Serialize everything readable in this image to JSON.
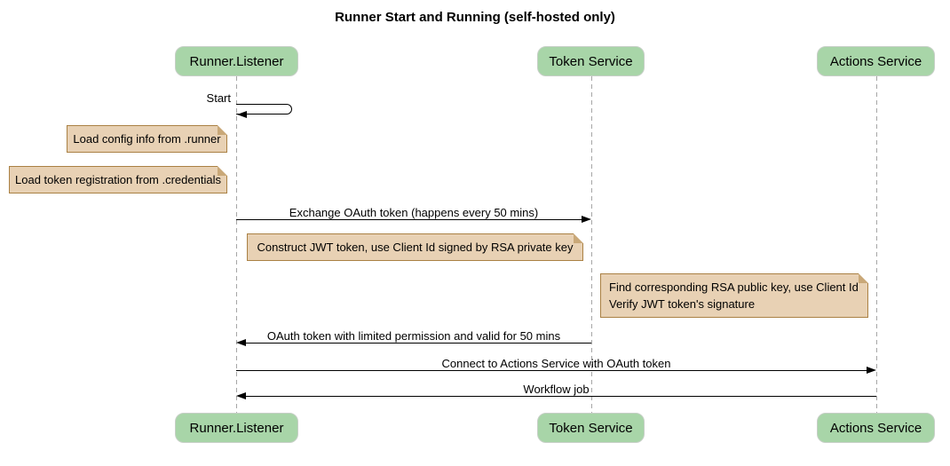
{
  "title": "Runner Start and Running (self-hosted only)",
  "participants": [
    {
      "name": "Runner.Listener"
    },
    {
      "name": "Token Service"
    },
    {
      "name": "Actions Service"
    }
  ],
  "self_message": {
    "label": "Start",
    "on": "Runner.Listener"
  },
  "notes": [
    {
      "text": "Load config info from .runner",
      "side": "left of Runner.Listener"
    },
    {
      "text": "Load token registration from .credentials",
      "side": "left of Runner.Listener"
    },
    {
      "text": "Construct JWT token, use Client Id signed by RSA private key",
      "side": "between Runner.Listener and Token Service"
    },
    {
      "line1": "Find corresponding RSA public key, use Client Id",
      "line2": "Verify JWT token's signature",
      "side": "left of Actions Service"
    }
  ],
  "messages": [
    {
      "label": "Exchange OAuth token (happens every 50 mins)",
      "from": "Runner.Listener",
      "to": "Token Service",
      "direction": "right"
    },
    {
      "label": "OAuth token with limited permission and valid for 50 mins",
      "from": "Token Service",
      "to": "Runner.Listener",
      "direction": "left"
    },
    {
      "label": "Connect to Actions Service with OAuth token",
      "from": "Runner.Listener",
      "to": "Actions Service",
      "direction": "right"
    },
    {
      "label": "Workflow job",
      "from": "Actions Service",
      "to": "Runner.Listener",
      "direction": "left"
    }
  ],
  "colors": {
    "participant_fill": "#a8d5a8",
    "participant_border": "#c6cfc6",
    "note_fill": "#e8d1b4",
    "note_border": "#aa8144",
    "note_fold": "#c9a878",
    "lifeline": "#a6a6a6",
    "arrow": "#000000",
    "background": "#ffffff"
  }
}
